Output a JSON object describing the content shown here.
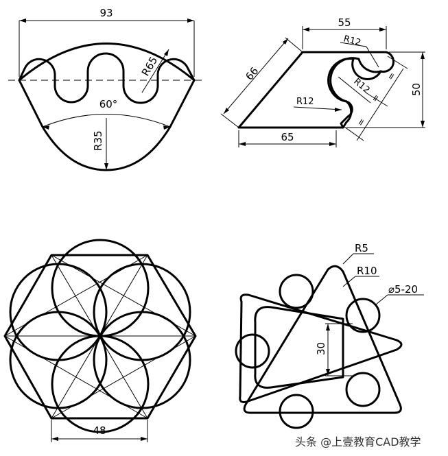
{
  "drawing1": {
    "width_label": "93",
    "radius_outer_label": "R65",
    "angle_label": "60°",
    "radius_bottom_label": "R35"
  },
  "drawing2": {
    "top_label": "55",
    "slant_label": "66",
    "bottom_label": "65",
    "height_label": "50",
    "radius_top_label": "R12",
    "radius_mid_label": "R12",
    "radius_left_label": "R12",
    "equal_mark": "="
  },
  "drawing3": {
    "width_label": "48"
  },
  "drawing4": {
    "r5_label": "R5",
    "r10_label": "R10",
    "diameter_label": "⌀5-20",
    "height_label": "30"
  },
  "watermark": "头条 @上壹教育CAD教学"
}
